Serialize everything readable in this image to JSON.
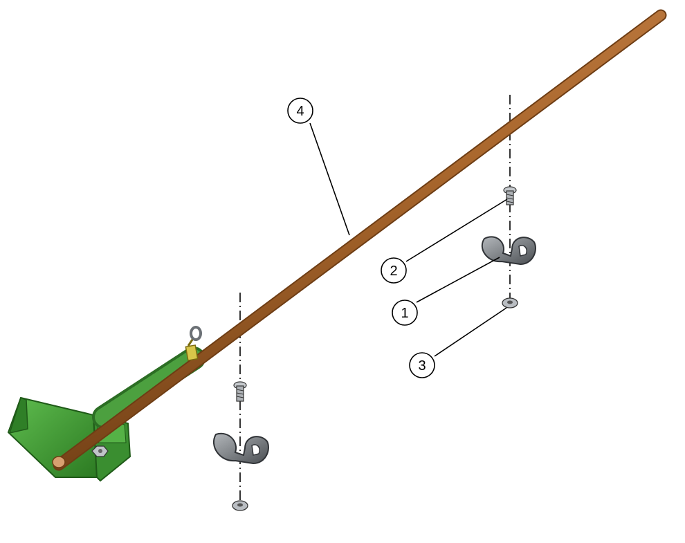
{
  "callouts": {
    "c1": "1",
    "c2": "2",
    "c3": "3",
    "c4": "4"
  },
  "colors": {
    "rod": "#a8662c",
    "rod_dark": "#6e3d14",
    "bracket": "#3f9a34",
    "bracket_dark": "#1f5a18",
    "clamp": "#8a8f94",
    "clamp_dark": "#4a4e52",
    "hardware": "#b9bdc2"
  },
  "icons": [
    "ground-rod",
    "spring",
    "mounting-bracket",
    "rod-clamp",
    "screw",
    "nut",
    "ring-terminal"
  ]
}
